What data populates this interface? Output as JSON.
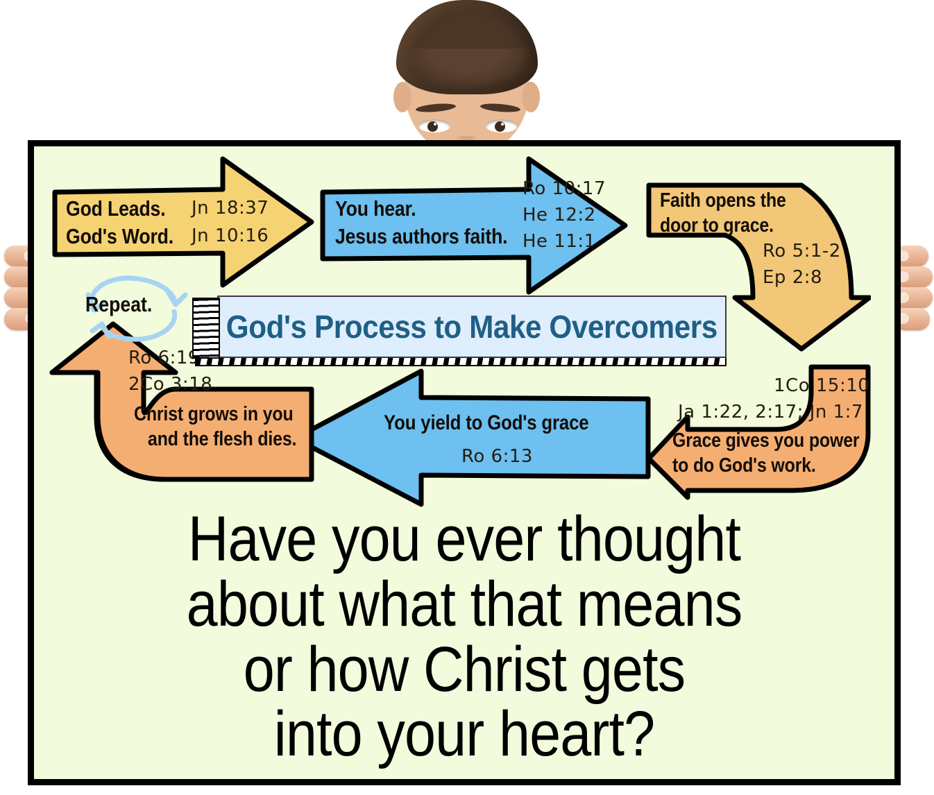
{
  "scene": {
    "description": "Man holding a sign",
    "board_background": "#f2fbdc",
    "board_border": "#000000"
  },
  "title_banner": {
    "text": "God's Process to Make Overcomers",
    "text_color": "#1f5f85",
    "box_color": "#dfeefc"
  },
  "repeat": {
    "label": "Repeat.",
    "icon": "circular-refresh-arrow",
    "icon_color": "#a8d4f2"
  },
  "steps": [
    {
      "id": "god-leads",
      "shape": "right-arrow",
      "color": "#f5d372",
      "lines": [
        "God Leads.",
        "God's Word."
      ],
      "refs": [
        "Jn 18:37",
        "Jn 10:16"
      ]
    },
    {
      "id": "you-hear",
      "shape": "right-arrow",
      "color": "#6dc0ef",
      "lines": [
        "You hear.",
        "Jesus authors faith."
      ],
      "refs": [
        "Ro 10:17",
        "He 12:2",
        "He 11:1"
      ]
    },
    {
      "id": "faith-opens",
      "shape": "curved-arrow-down",
      "color": "#f2c777",
      "lines": [
        "Faith opens the",
        "door to grace."
      ],
      "refs": [
        "Ro 5:1-2",
        "Ep 2:8"
      ]
    },
    {
      "id": "grace-power",
      "shape": "curved-arrow-left",
      "color": "#f5ae71",
      "lines": [
        "Grace gives you power",
        "to do God's work."
      ],
      "refs": [
        "1Co 15:10",
        "Ja 1:22, 2:17; Jn 1:7"
      ]
    },
    {
      "id": "you-yield",
      "shape": "left-arrow",
      "color": "#6dc0ef",
      "lines": [
        "You yield to God's grace"
      ],
      "refs": [
        "Ro 6:13"
      ]
    },
    {
      "id": "christ-grows",
      "shape": "curved-arrow-up",
      "color": "#f5ae71",
      "lines": [
        "Christ grows in you",
        "and the flesh dies."
      ],
      "refs": [
        "Ro 6:19",
        "2Co 3:18"
      ]
    }
  ],
  "question": {
    "line1": "Have you ever thought",
    "line2": "about what that means",
    "line3": "or how Christ gets",
    "line4": "into your heart?"
  }
}
